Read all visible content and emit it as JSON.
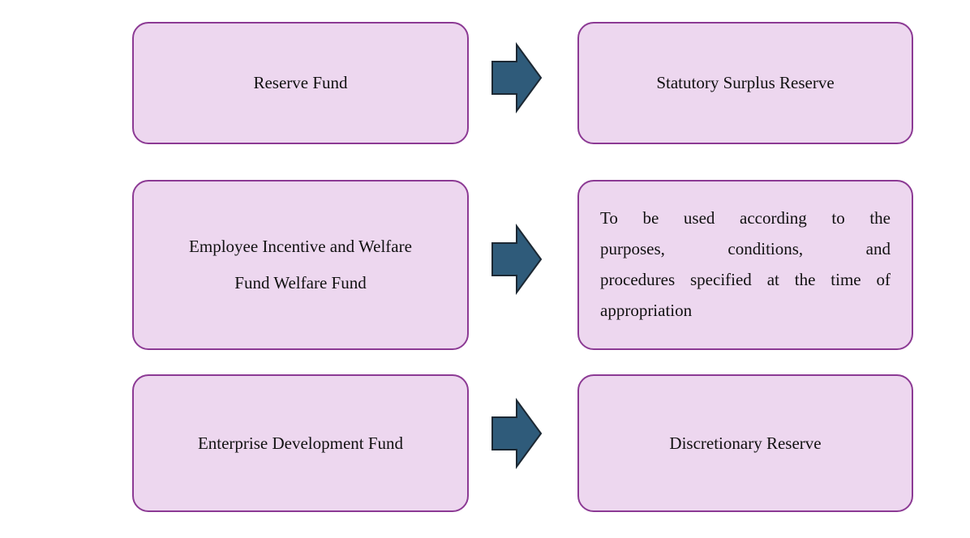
{
  "diagram": {
    "colors": {
      "background": "#ffffff",
      "box_fill": "#EDD7EF",
      "box_border": "#8C3A94",
      "arrow_fill": "#2F5B7A",
      "arrow_stroke": "#1C2833",
      "text": "#111111"
    },
    "rows": [
      {
        "source": {
          "label": "Reserve Fund"
        },
        "target": {
          "label": "Statutory Surplus Reserve"
        }
      },
      {
        "source": {
          "label": "Employee Incentive and Welfare Fund Welfare Fund",
          "lines": [
            "Employee Incentive and Welfare",
            "Fund Welfare Fund"
          ]
        },
        "target": {
          "label": "To be used according to the purposes, conditions, and procedures specified at the time of appropriation",
          "lines": [
            "To be used according to the",
            "purposes, conditions, and",
            "procedures specified at the time of",
            "appropriation"
          ]
        }
      },
      {
        "source": {
          "label": "Enterprise Development Fund"
        },
        "target": {
          "label": "Discretionary Reserve"
        }
      }
    ]
  }
}
